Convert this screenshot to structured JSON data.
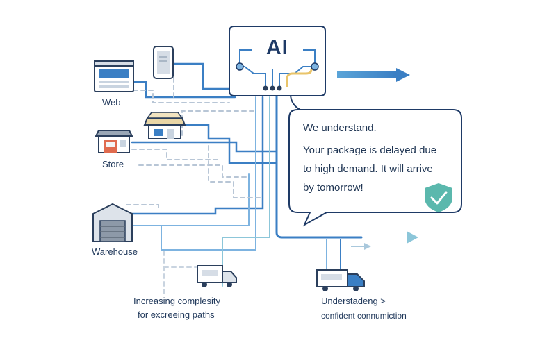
{
  "ai_box": {
    "label": "AI"
  },
  "sources": {
    "web_label": "Web",
    "store_label": "Store",
    "warehouse_label": "Warehouse"
  },
  "bubble": {
    "line1": "We understand.",
    "line2": "Your package is delayed due",
    "line3": "to high demand. It will arrive",
    "line4": "by tomorrow!"
  },
  "captions": {
    "left_line1": "Increasing complesity",
    "left_line2": "for excreeing paths",
    "right_line1": "Understadeng >",
    "right_line2": "confident connumiction"
  },
  "colors": {
    "line_blue": "#3b7fc4",
    "line_light": "#7db3e0",
    "line_teal": "#8cc6d9",
    "dashed": "#b8c6d6",
    "accent_yellow": "#e9c46a",
    "arrow": "#4a90c8",
    "shield": "#49b3a8",
    "outline": "#1e3a66"
  },
  "icons": {
    "web": "browser-window-icon",
    "phone": "smartphone-icon",
    "store_a": "storefront-icon",
    "store_b": "shop-awning-icon",
    "warehouse": "warehouse-icon",
    "truck_left": "delivery-truck-icon",
    "truck_right": "delivery-truck-icon",
    "check": "shield-check-icon"
  }
}
